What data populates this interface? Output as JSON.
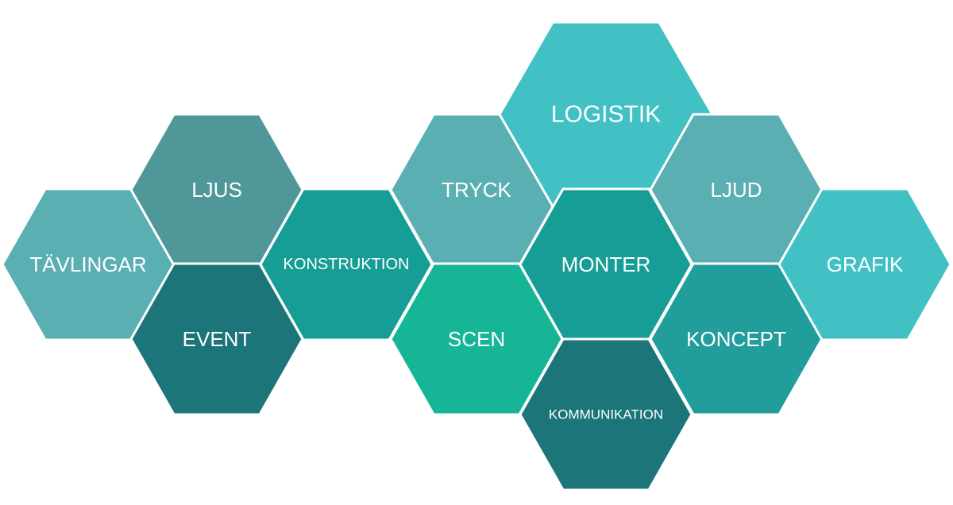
{
  "diagram": {
    "colors": {
      "teal_light": "#5aafb3",
      "teal_gray": "#50979a",
      "teal_mid": "#159d96",
      "teal_dark": "#1b7579",
      "turquoise": "#41c1c4",
      "green_teal": "#16b596",
      "teal_bright": "#219d9b"
    },
    "hexagons": [
      {
        "id": "tavlingar",
        "label": "TÄVLINGAR",
        "color": "#5aafb3"
      },
      {
        "id": "ljus",
        "label": "LJUS",
        "color": "#50979a"
      },
      {
        "id": "event",
        "label": "EVENT",
        "color": "#1b7579"
      },
      {
        "id": "konstruktion",
        "label": "KONSTRUKTION",
        "color": "#159d96"
      },
      {
        "id": "tryck",
        "label": "TRYCK",
        "color": "#5aafb3"
      },
      {
        "id": "scen",
        "label": "SCEN",
        "color": "#16b596"
      },
      {
        "id": "logistik",
        "label": "LOGISTIK",
        "color": "#41c1c4"
      },
      {
        "id": "monter",
        "label": "MONTER",
        "color": "#159d96"
      },
      {
        "id": "kommunikation",
        "label": "KOMMUNIKATION",
        "color": "#1b7579"
      },
      {
        "id": "ljud",
        "label": "LJUD",
        "color": "#5aafb3"
      },
      {
        "id": "koncept",
        "label": "KONCEPT",
        "color": "#219d9b"
      },
      {
        "id": "grafik",
        "label": "GRAFIK",
        "color": "#41c1c4"
      }
    ]
  }
}
